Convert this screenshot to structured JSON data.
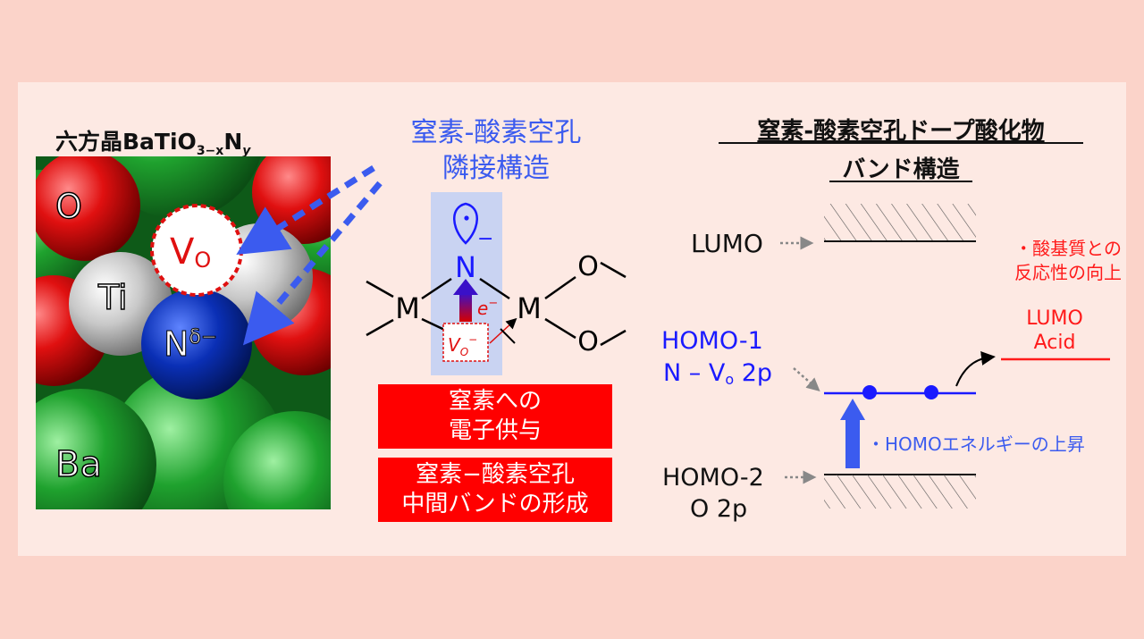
{
  "crystal": {
    "title_prefix": "六方晶BaTiO",
    "title_sub1": "3−x",
    "title_n": "N",
    "title_sub2": "y",
    "label_o": "O",
    "label_ti": "Ti",
    "label_vo_main": "V",
    "label_vo_sub": "O",
    "label_n_main": "N",
    "label_n_sup": "δ−",
    "label_ba": "Ba",
    "colors": {
      "oxygen": "#e01010",
      "titanium": "#c8c8c8",
      "barium": "#1fa22e",
      "nitrogen": "#0a2fb5"
    }
  },
  "structure": {
    "heading_line1": "窒素-酸素空孔",
    "heading_line2": "隣接構造",
    "atom_n": "N",
    "charge_minus": "−",
    "atom_m_left": "M",
    "atom_m_right": "M",
    "atom_o_top": "O",
    "atom_o_bottom": "O",
    "electron": "e",
    "electron_sup": "−",
    "vacancy_main": "V",
    "vacancy_sub": "O",
    "vacancy_sup": "−",
    "box1_line1": "窒素への",
    "box1_line2": "電子供与",
    "box2_line1": "窒素−酸素空孔",
    "box2_line2": "中間バンドの形成",
    "colors": {
      "accent_blue": "#3b5bef",
      "red": "#ff0000"
    }
  },
  "band": {
    "title_line1": "窒素-酸素空孔ドープ酸化物",
    "title_line2": "バンド構造",
    "lumo": "LUMO",
    "lumo_note_line1": "・酸基質との",
    "lumo_note_line2": "反応性の向上",
    "acid_line1": "LUMO",
    "acid_line2": "Acid",
    "homo1_line1": "HOMO-1",
    "homo1_line2a": "N – V",
    "homo1_line2b": "o",
    "homo1_line2c": " 2p",
    "homo_note": "・HOMOエネルギーの上昇",
    "homo2_line1": "HOMO-2",
    "homo2_line2": "O 2p",
    "colors": {
      "blue": "#1a1aff",
      "red": "#ff1a1a",
      "gray_arrow": "#888888"
    }
  }
}
